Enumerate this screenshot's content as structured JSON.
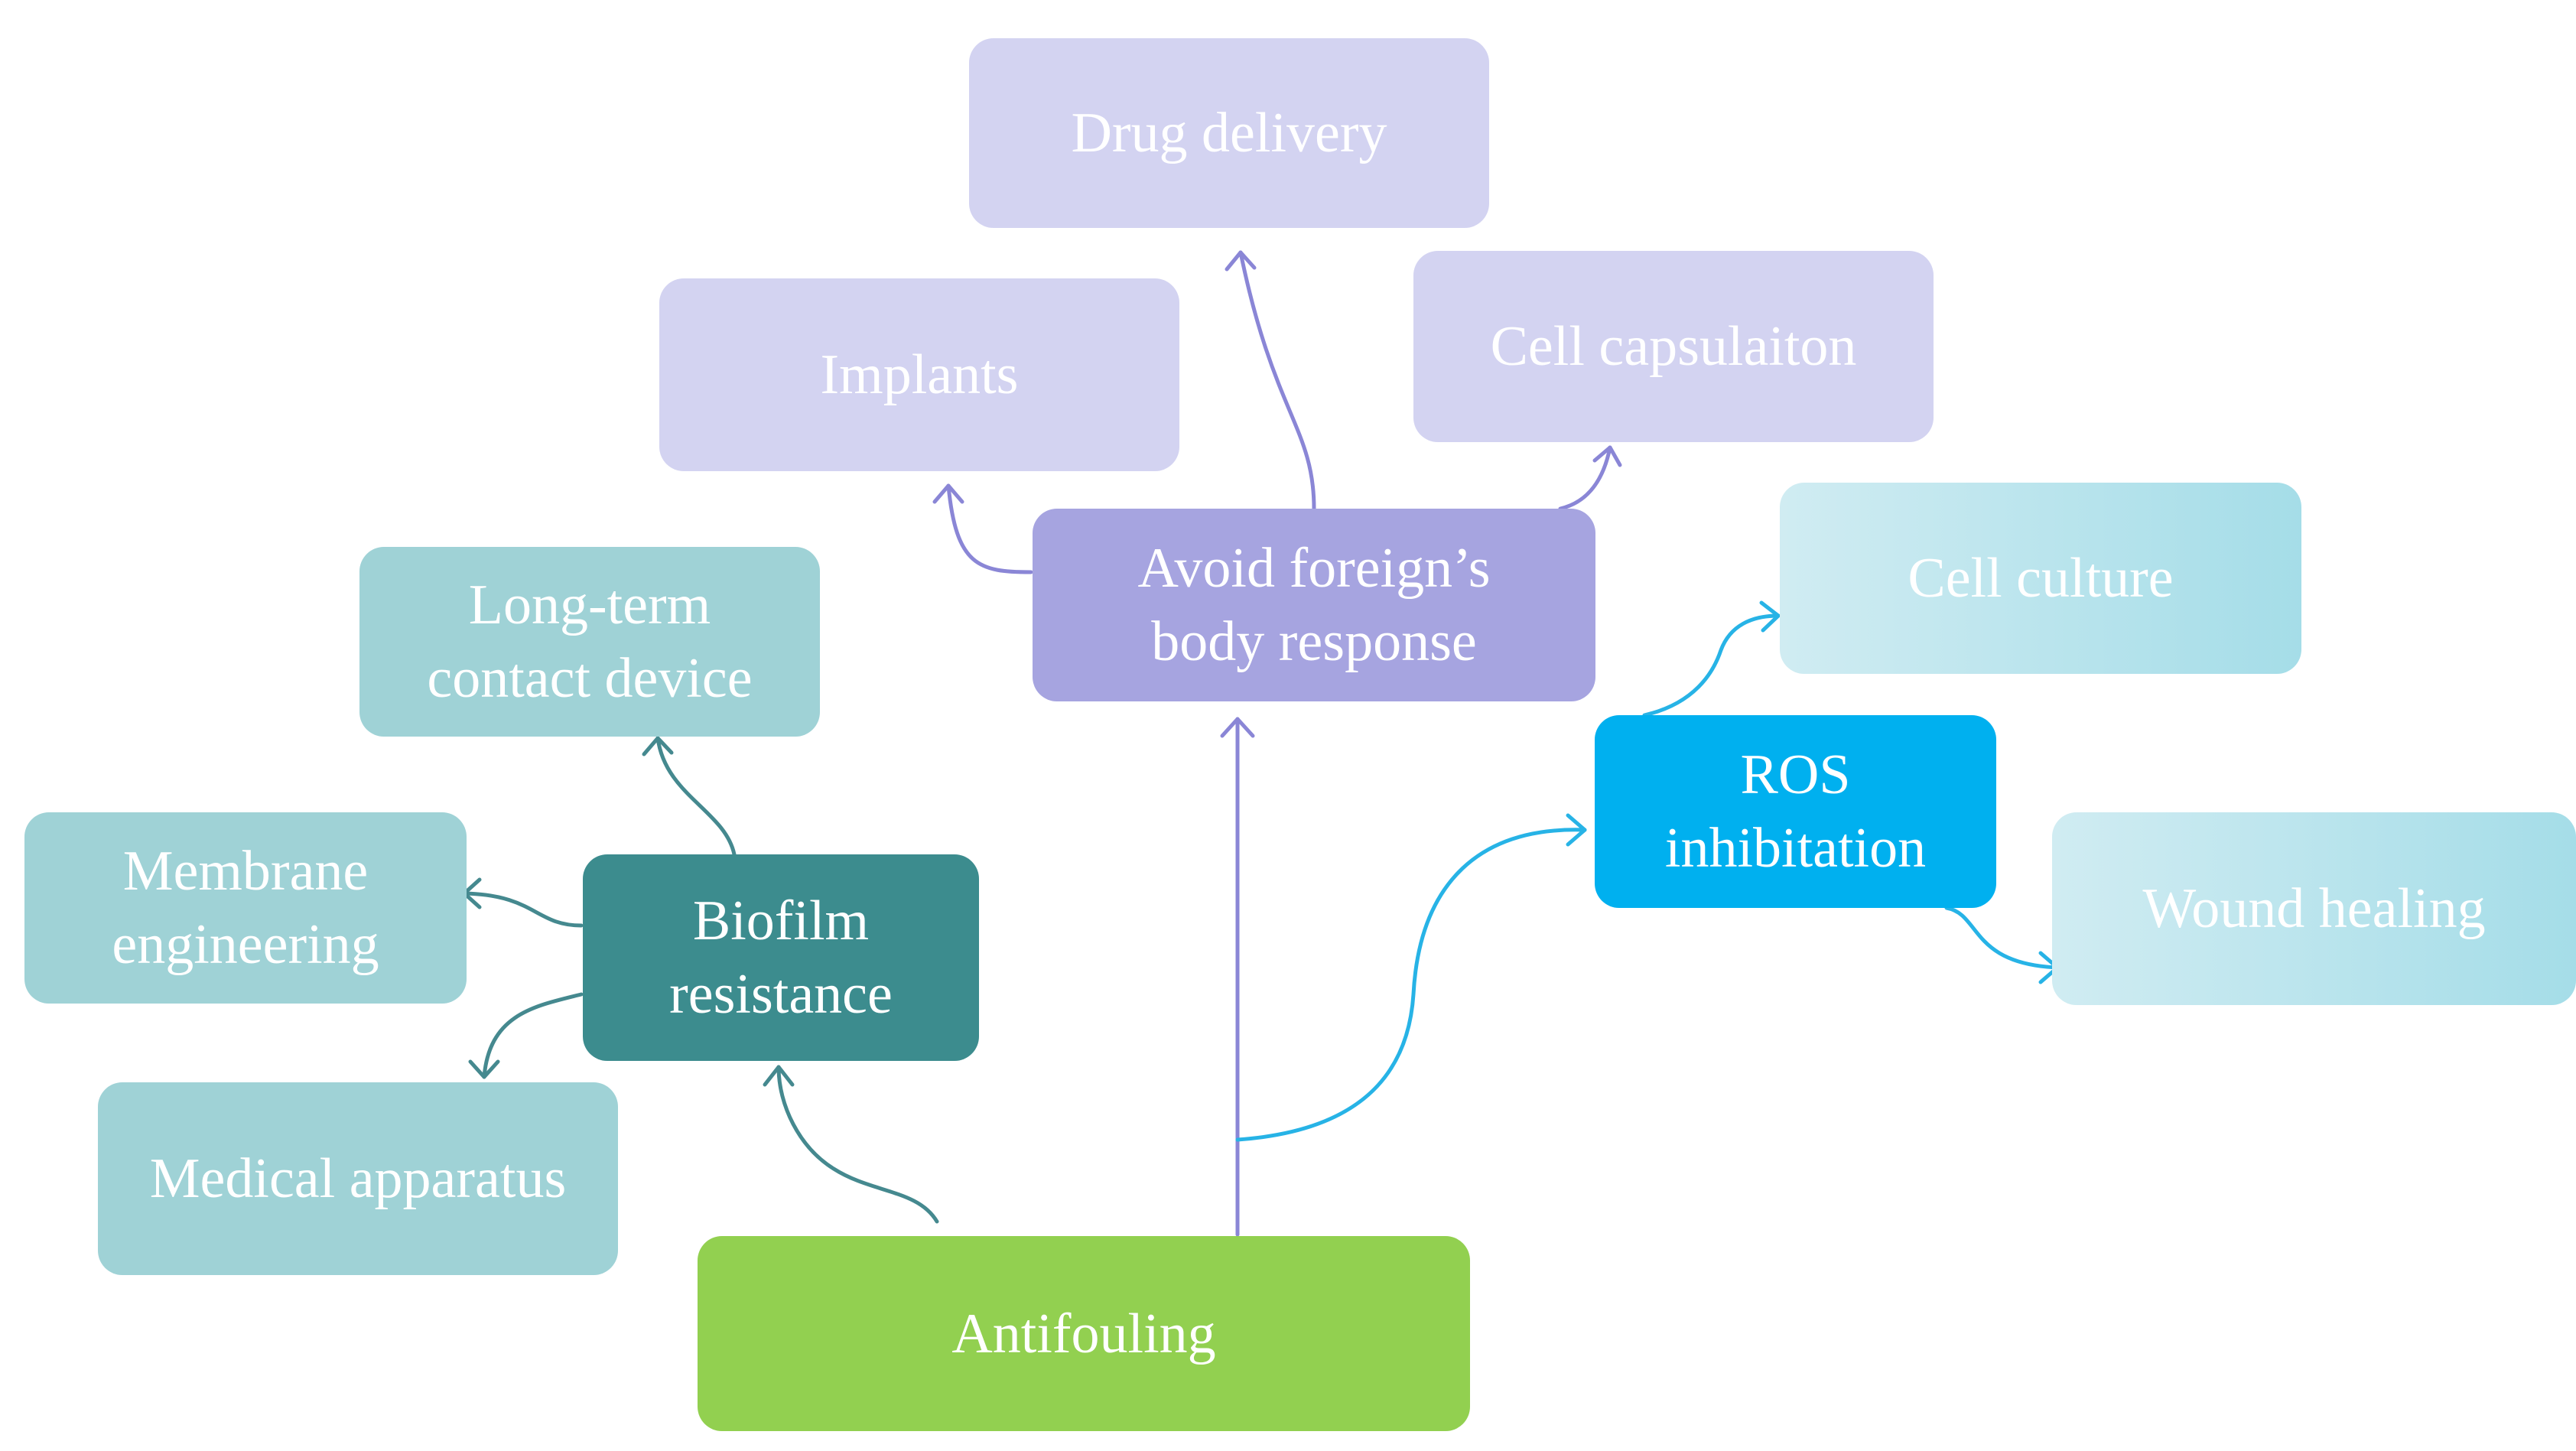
{
  "colors": {
    "antifouling": "#92d050",
    "foreign_body": "#a6a4e0",
    "foreign_body_children": "#d3d3f1",
    "biofilm": "#3c8c8e",
    "biofilm_children": "#9fd2d6",
    "ros": "#00b0ef",
    "ros_children_start": "#d0ecf2",
    "ros_children_end": "#a5dde8",
    "edge_purple": "#8a86d6",
    "edge_teal": "#45898f",
    "edge_blue": "#27b3e6"
  },
  "nodes": {
    "antifouling": {
      "label": "Antifouling"
    },
    "avoid_foreign_body": {
      "line1": "Avoid foreign’s",
      "line2": "body response"
    },
    "drug_delivery": {
      "label": "Drug delivery"
    },
    "implants": {
      "label": "Implants"
    },
    "cell_capsulation": {
      "label": "Cell capsulaiton"
    },
    "biofilm_resistance": {
      "line1": "Biofilm",
      "line2": "resistance"
    },
    "long_term_contact": {
      "line1": "Long-term",
      "line2": "contact device"
    },
    "membrane_engineering": {
      "line1": "Membrane",
      "line2": "engineering"
    },
    "medical_apparatus": {
      "label": "Medical apparatus"
    },
    "ros_inhibitation": {
      "line1": "ROS",
      "line2": "inhibitation"
    },
    "cell_culture": {
      "label": "Cell culture"
    },
    "wound_healing": {
      "label": "Wound healing"
    }
  }
}
